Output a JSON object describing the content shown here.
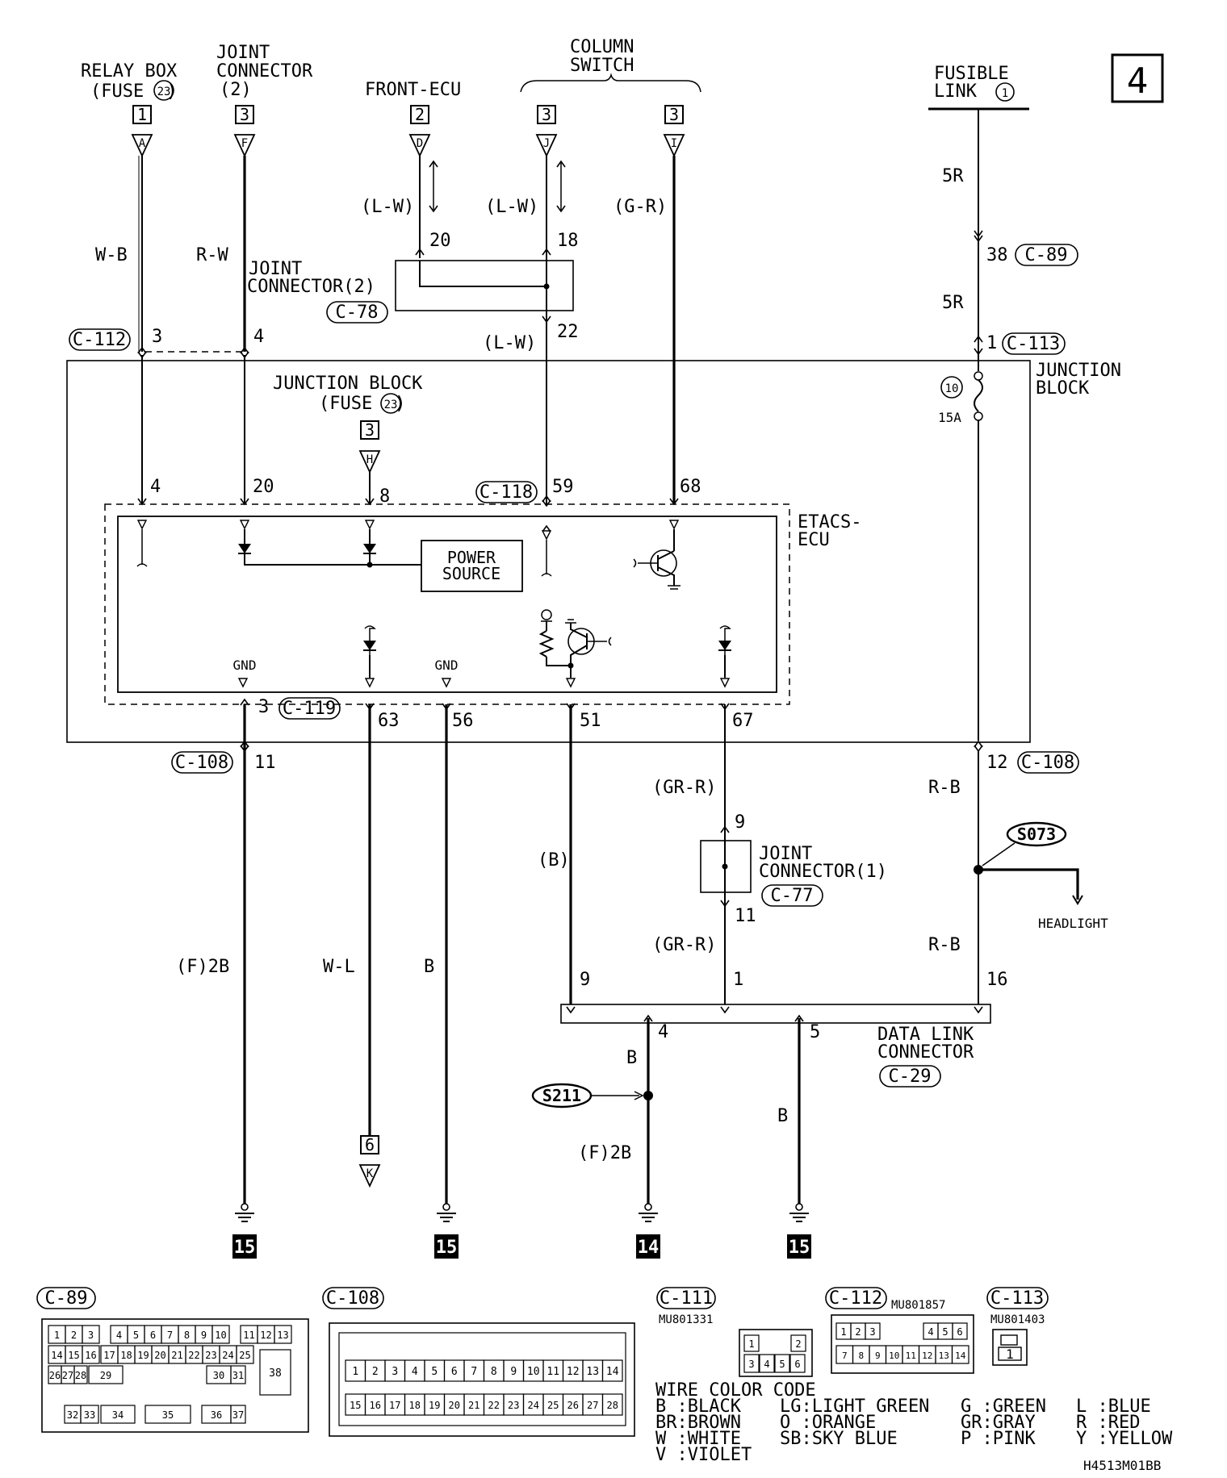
{
  "page_number": "4",
  "diagram_code": "H4513M01BB",
  "top_sources": {
    "relay_box": {
      "line1": "RELAY BOX",
      "line2": "(FUSE",
      "fuse": "23",
      "line2_end": ")",
      "page": "1",
      "letter": "A"
    },
    "joint_connector_2": {
      "line1": "JOINT",
      "line2": "CONNECTOR",
      "line3": "(2)",
      "page": "3",
      "letter": "F"
    },
    "front_ecu": {
      "label": "FRONT-ECU",
      "page": "2",
      "letter": "D"
    },
    "column_switch": {
      "line1": "COLUMN",
      "line2": "SWITCH",
      "page_j": "3",
      "letter_j": "J",
      "page_i": "3",
      "letter_i": "I"
    },
    "fusible_link": {
      "line1": "FUSIBLE",
      "line2": "LINK",
      "num": "1"
    }
  },
  "wire_labels": {
    "w_b": "W-B",
    "r_w": "R-W",
    "l_w_1": "(L-W)",
    "l_w_2": "(L-W)",
    "l_w_3": "(L-W)",
    "g_r": "(G-R)",
    "r5_1": "5R",
    "r5_2": "5R",
    "gr_r_1": "(GR-R)",
    "gr_r_2": "(GR-R)",
    "r_b_1": "R-B",
    "r_b_2": "R-B",
    "b_paren": "(B)",
    "f2b_1": "(F)2B",
    "w_l": "W-L",
    "b_1": "B",
    "b_2": "B",
    "f2b_2": "(F)2B",
    "b_3": "B"
  },
  "pins": {
    "p20a": "20",
    "p18": "18",
    "p22": "22",
    "p38": "38",
    "p1a": "1",
    "p3a": "3",
    "p4a": "4",
    "p4b": "4",
    "p20b": "20",
    "p8": "8",
    "p59": "59",
    "p68": "68",
    "p3b": "3",
    "p63": "63",
    "p56": "56",
    "p51": "51",
    "p67": "67",
    "p11a": "11",
    "p12": "12",
    "p9a": "9",
    "p11b": "11",
    "p9b": "9",
    "p1b": "1",
    "p16": "16",
    "p4c": "4",
    "p5": "5"
  },
  "connectors": {
    "c78": "C-78",
    "c89": "C-89",
    "c112": "C-112",
    "c113": "C-113",
    "c118": "C-118",
    "c119": "C-119",
    "c108a": "C-108",
    "c108b": "C-108",
    "c77": "C-77",
    "c29": "C-29"
  },
  "blocks": {
    "jc2_line1": "JOINT",
    "jc2_line2": "CONNECTOR(2)",
    "jb_line1": "JUNCTION BLOCK",
    "jb_line2": "(FUSE",
    "jb_fuse": "23",
    "jb_line2_end": ")",
    "jb_page": "3",
    "jb_letter": "H",
    "jb_right_1": "JUNCTION",
    "jb_right_2": "BLOCK",
    "fuse_num": "10",
    "fuse_amp": "15A",
    "etacs_1": "ETACS-",
    "etacs_2": "ECU",
    "power_1": "POWER",
    "power_2": "SOURCE",
    "gnd_1": "GND",
    "gnd_2": "GND",
    "jc1_line1": "JOINT",
    "jc1_line2": "CONNECTOR(1)",
    "dlc_line1": "DATA LINK",
    "dlc_line2": "CONNECTOR",
    "s073": "S073",
    "s211": "S211",
    "headlight": "HEADLIGHT",
    "page6": "6",
    "letter_k": "K"
  },
  "grounds": [
    "15",
    "15",
    "14",
    "15"
  ],
  "connector_views": {
    "c89": {
      "title": "C-89",
      "row1": [
        "1",
        "2",
        "3",
        "4",
        "5",
        "6",
        "7",
        "8",
        "9",
        "10",
        "11",
        "12",
        "13"
      ],
      "row2": [
        "14",
        "15",
        "16",
        "17",
        "18",
        "19",
        "20",
        "21",
        "22",
        "23",
        "24",
        "25"
      ],
      "row3": [
        "26",
        "27",
        "28",
        "29",
        "30",
        "31"
      ],
      "row4": [
        "32",
        "33",
        "34",
        "35",
        "36",
        "37"
      ],
      "big": "38"
    },
    "c108": {
      "title": "C-108",
      "row1": [
        "1",
        "2",
        "3",
        "4",
        "5",
        "6",
        "7",
        "8",
        "9",
        "10",
        "11",
        "12",
        "13",
        "14"
      ],
      "row2": [
        "15",
        "16",
        "17",
        "18",
        "19",
        "20",
        "21",
        "22",
        "23",
        "24",
        "25",
        "26",
        "27",
        "28"
      ]
    },
    "c111": {
      "title": "C-111",
      "part": "MU801331",
      "pins": [
        "1",
        "2",
        "3",
        "4",
        "5",
        "6"
      ]
    },
    "c112": {
      "title": "C-112",
      "part": "MU801857",
      "row1": [
        "1",
        "2",
        "3",
        "4",
        "5",
        "6"
      ],
      "row2": [
        "7",
        "8",
        "9",
        "10",
        "11",
        "12",
        "13",
        "14"
      ]
    },
    "c113": {
      "title": "C-113",
      "part": "MU801403",
      "pin": "1"
    }
  },
  "wire_color_code": {
    "title": "WIRE COLOR CODE",
    "col1": [
      "B :BLACK",
      "BR:BROWN",
      "W :WHITE",
      "V :VIOLET"
    ],
    "col2": [
      "LG:LIGHT GREEN",
      "O :ORANGE",
      "SB:SKY BLUE"
    ],
    "col3": [
      "G :GREEN",
      "GR:GRAY",
      "P :PINK"
    ],
    "col4": [
      "L :BLUE",
      "R :RED",
      "Y :YELLOW"
    ]
  }
}
